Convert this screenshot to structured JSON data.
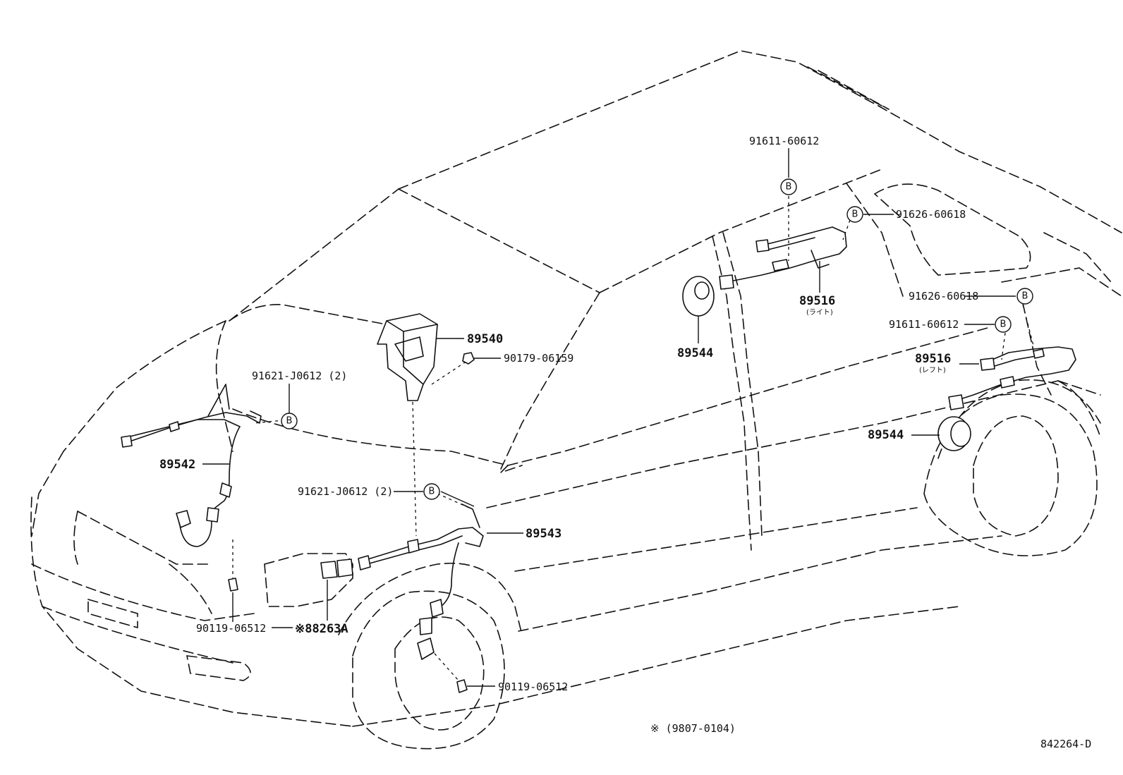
{
  "labels": {
    "l_91611_top": "91611-60612",
    "l_91626_a": "91626-60618",
    "l_89516_r": "89516",
    "l_89516_r_sub": "(ライト)",
    "l_91626_b": "91626-60618",
    "l_91611_b": "91611-60612",
    "l_89516_l": "89516",
    "l_89516_l_sub": "(レフト)",
    "l_89544_a": "89544",
    "l_89544_b": "89544",
    "l_89540": "89540",
    "l_90179": "90179-06159",
    "l_91621_a": "91621-J0612 (2)",
    "l_91621_b": "91621-J0612 (2)",
    "l_89542": "89542",
    "l_89543": "89543",
    "l_90119_a": "90119-06512",
    "l_88263a": "※88263A",
    "l_90119_b": "90119-06512",
    "l_footnote": "※ (9807-0104)",
    "l_figure_code": "842264-D"
  },
  "badge_letter": "B"
}
